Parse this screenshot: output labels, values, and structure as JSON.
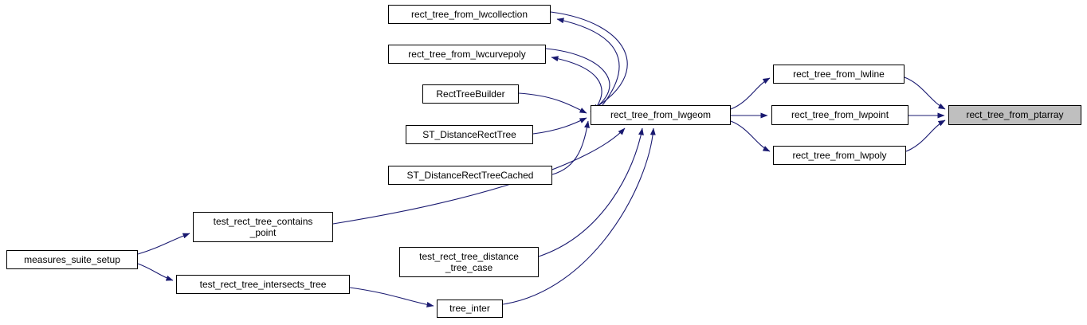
{
  "diagram": {
    "type": "call-graph",
    "edge_color": "#191970",
    "node_background": "#ffffff",
    "node_border": "#000000",
    "highlight_background": "#bfbfbf",
    "highlighted_node": "rect_tree_from_ptarray",
    "nodes": [
      {
        "id": "rect_tree_from_lwcollection",
        "label": "rect_tree_from_lwcollection"
      },
      {
        "id": "rect_tree_from_lwcurvepoly",
        "label": "rect_tree_from_lwcurvepoly"
      },
      {
        "id": "RectTreeBuilder",
        "label": "RectTreeBuilder"
      },
      {
        "id": "ST_DistanceRectTree",
        "label": "ST_DistanceRectTree"
      },
      {
        "id": "ST_DistanceRectTreeCached",
        "label": "ST_DistanceRectTreeCached"
      },
      {
        "id": "rect_tree_from_lwgeom",
        "label": "rect_tree_from_lwgeom"
      },
      {
        "id": "rect_tree_from_lwline",
        "label": "rect_tree_from_lwline"
      },
      {
        "id": "rect_tree_from_lwpoint",
        "label": "rect_tree_from_lwpoint"
      },
      {
        "id": "rect_tree_from_lwpoly",
        "label": "rect_tree_from_lwpoly"
      },
      {
        "id": "rect_tree_from_ptarray",
        "label": "rect_tree_from_ptarray"
      },
      {
        "id": "test_rect_tree_contains_point",
        "label": "test_rect_tree_contains\n_point"
      },
      {
        "id": "measures_suite_setup",
        "label": "measures_suite_setup"
      },
      {
        "id": "test_rect_tree_intersects_tree",
        "label": "test_rect_tree_intersects_tree"
      },
      {
        "id": "test_rect_tree_distance_tree_case",
        "label": "test_rect_tree_distance\n_tree_case"
      },
      {
        "id": "tree_inter",
        "label": "tree_inter"
      }
    ],
    "edges": [
      {
        "from": "rect_tree_from_lwcollection",
        "to": "rect_tree_from_lwgeom"
      },
      {
        "from": "rect_tree_from_lwgeom",
        "to": "rect_tree_from_lwcollection"
      },
      {
        "from": "rect_tree_from_lwcurvepoly",
        "to": "rect_tree_from_lwgeom"
      },
      {
        "from": "rect_tree_from_lwgeom",
        "to": "rect_tree_from_lwcurvepoly"
      },
      {
        "from": "RectTreeBuilder",
        "to": "rect_tree_from_lwgeom"
      },
      {
        "from": "ST_DistanceRectTree",
        "to": "rect_tree_from_lwgeom"
      },
      {
        "from": "ST_DistanceRectTreeCached",
        "to": "rect_tree_from_lwgeom"
      },
      {
        "from": "test_rect_tree_contains_point",
        "to": "rect_tree_from_lwgeom"
      },
      {
        "from": "test_rect_tree_distance_tree_case",
        "to": "rect_tree_from_lwgeom"
      },
      {
        "from": "tree_inter",
        "to": "rect_tree_from_lwgeom"
      },
      {
        "from": "rect_tree_from_lwgeom",
        "to": "rect_tree_from_lwline"
      },
      {
        "from": "rect_tree_from_lwgeom",
        "to": "rect_tree_from_lwpoint"
      },
      {
        "from": "rect_tree_from_lwgeom",
        "to": "rect_tree_from_lwpoly"
      },
      {
        "from": "rect_tree_from_lwline",
        "to": "rect_tree_from_ptarray"
      },
      {
        "from": "rect_tree_from_lwpoint",
        "to": "rect_tree_from_ptarray"
      },
      {
        "from": "rect_tree_from_lwpoly",
        "to": "rect_tree_from_ptarray"
      },
      {
        "from": "measures_suite_setup",
        "to": "test_rect_tree_contains_point"
      },
      {
        "from": "measures_suite_setup",
        "to": "test_rect_tree_intersects_tree"
      },
      {
        "from": "test_rect_tree_intersects_tree",
        "to": "tree_inter"
      }
    ]
  }
}
